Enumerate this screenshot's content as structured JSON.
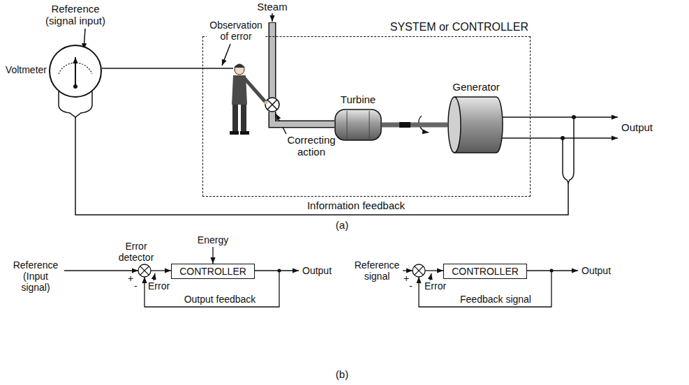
{
  "diagram": {
    "nodes": [
      {
        "text": [
          "Voltmeter"
        ]
      },
      {
        "text": [
          "SYSTEM or CONTROLLER"
        ]
      },
      {
        "text": [
          "Turbine"
        ],
        "in": 1
      },
      {
        "text": [
          "Generator"
        ],
        "in": 1
      },
      {
        "text": [
          "CONTROLLER"
        ]
      },
      {
        "text": [
          "CONTROLLER"
        ]
      }
    ],
    "edges": [
      {
        "from": 2,
        "to": 3,
        "arrow": "none"
      }
    ],
    "labels": [
      "Reference (signal input)",
      "Observation of error",
      "Steam",
      "Correcting action",
      "Output",
      "Information feedback",
      "(a)",
      "Error detector",
      "Energy",
      "Reference (Input signal)",
      "+",
      "-",
      "Error",
      "Output",
      "Output feedback",
      "Reference signal",
      "+",
      "-",
      "Error",
      "Output",
      "Feedback signal",
      "(b)"
    ]
  }
}
